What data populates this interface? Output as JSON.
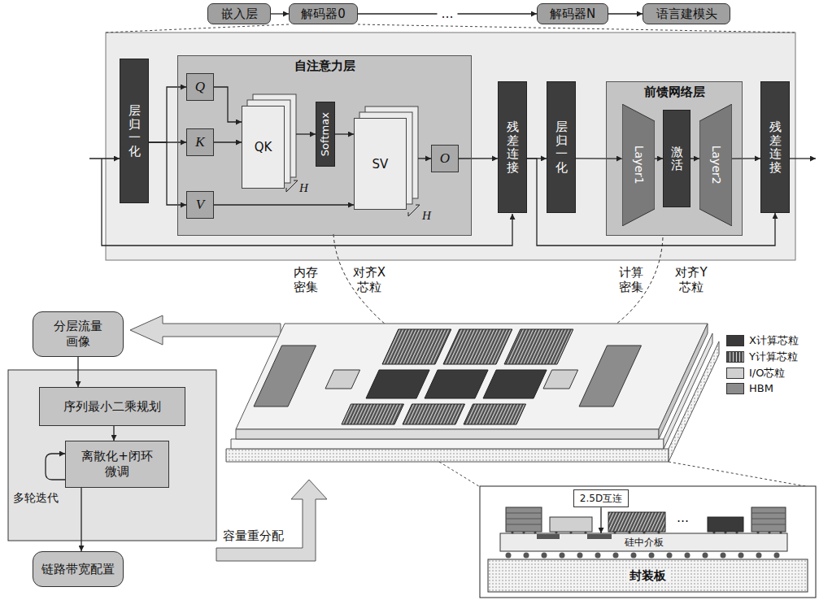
{
  "diagram": {
    "nodes": [
      {
        "text": [
          "嵌入层"
        ]
      },
      {
        "text": [
          "解码器0"
        ]
      },
      {
        "text": [
          "解码器N"
        ]
      },
      {
        "text": [
          "语言建模头"
        ]
      },
      {
        "text": [
          "层归一化"
        ]
      },
      {
        "text": [
          "自注意力层"
        ]
      },
      {
        "text": [
          "Q"
        ],
        "in": 5
      },
      {
        "text": [
          "K"
        ],
        "in": 5
      },
      {
        "text": [
          "V"
        ],
        "in": 5
      },
      {
        "text": [
          "QK"
        ],
        "in": 5
      },
      {
        "text": [
          "Softmax"
        ],
        "in": 5
      },
      {
        "text": [
          "SV"
        ],
        "in": 5
      },
      {
        "text": [
          "O"
        ],
        "in": 5
      },
      {
        "text": [
          "残差连接"
        ]
      },
      {
        "text": [
          "层归一化"
        ]
      },
      {
        "text": [
          "前馈网络层"
        ]
      },
      {
        "text": [
          "Layer1"
        ],
        "in": 15
      },
      {
        "text": [
          "激活"
        ],
        "in": 15
      },
      {
        "text": [
          "Layer2"
        ],
        "in": 15
      },
      {
        "text": [
          "残差连接"
        ]
      },
      {
        "text": [
          "分层流量 画像"
        ]
      },
      {
        "text": [
          "序列最小二乘规划"
        ]
      },
      {
        "text": [
          "离散化+闭环 微调"
        ]
      },
      {
        "text": [
          "链路带宽配置"
        ]
      },
      {
        "text": [
          "2.5D互连"
        ]
      },
      {
        "text": [
          "硅中介板"
        ]
      },
      {
        "text": [
          "封装板"
        ]
      }
    ],
    "edges": [
      {
        "from": 0,
        "to": 1,
        "arrow": "to"
      },
      {
        "from": 1,
        "to": 2,
        "label": "…",
        "arrow": "to"
      },
      {
        "from": 2,
        "to": 3,
        "arrow": "to"
      },
      {
        "from": 4,
        "to": 6,
        "arrow": "to"
      },
      {
        "from": 4,
        "to": 7,
        "arrow": "to"
      },
      {
        "from": 4,
        "to": 8,
        "arrow": "to"
      },
      {
        "from": 6,
        "to": 9,
        "arrow": "to"
      },
      {
        "from": 7,
        "to": 9,
        "arrow": "to"
      },
      {
        "from": 9,
        "to": 10,
        "arrow": "to"
      },
      {
        "from": 10,
        "to": 11,
        "arrow": "to"
      },
      {
        "from": 8,
        "to": 11,
        "arrow": "to"
      },
      {
        "from": 11,
        "to": 12,
        "arrow": "to"
      },
      {
        "from": 12,
        "to": 13,
        "arrow": "to"
      },
      {
        "from": 13,
        "to": 14,
        "arrow": "to"
      },
      {
        "from": 14,
        "to": 16,
        "arrow": "to"
      },
      {
        "from": 16,
        "to": 17,
        "arrow": "to"
      },
      {
        "from": 17,
        "to": 18,
        "arrow": "to"
      },
      {
        "from": 18,
        "to": 19,
        "arrow": "to"
      },
      {
        "from": 13,
        "to": 19,
        "arrow": "to"
      },
      {
        "from": 20,
        "to": 21,
        "arrow": "to"
      },
      {
        "from": 21,
        "to": 22,
        "arrow": "to"
      },
      {
        "from": 22,
        "to": 23,
        "arrow": "to"
      },
      {
        "from": 24,
        "to": 25,
        "arrow": "to"
      }
    ],
    "labels": [
      "H",
      "H",
      "内存 密集",
      "对齐X 芯粒",
      "计算 密集",
      "对齐Y 芯粒",
      "多轮迭代",
      "容量重分配",
      "…"
    ],
    "legend": [
      {
        "text": "X计算芯粒",
        "color": "#3a3a3a"
      },
      {
        "text": "Y计算芯粒",
        "color": "#4d4d4d"
      },
      {
        "text": "I/O芯粒",
        "color": "#d0d0d0"
      },
      {
        "text": "HBM",
        "color": "#8c8c8c"
      }
    ]
  }
}
